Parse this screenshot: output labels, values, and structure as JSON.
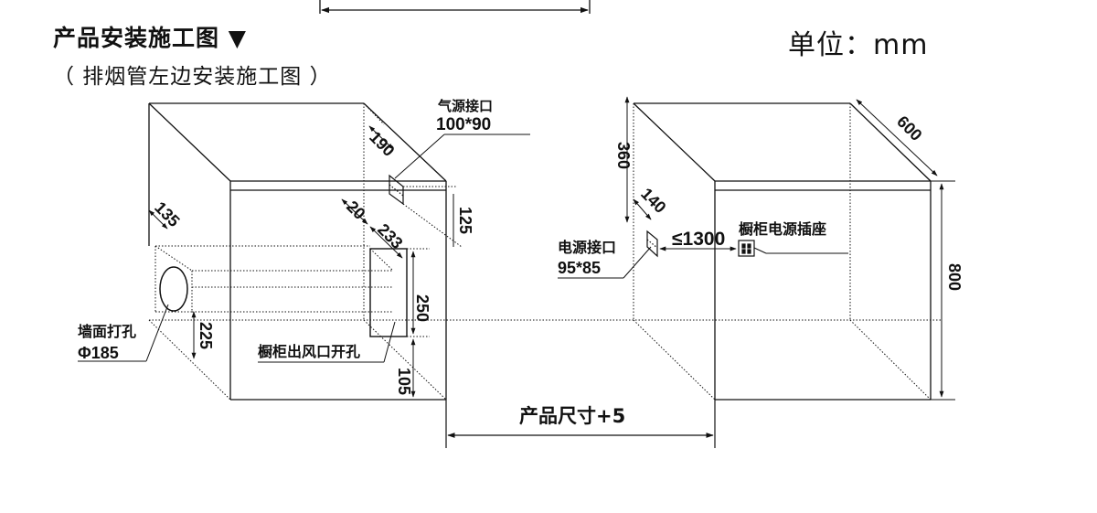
{
  "header": {
    "title": "产品安装施工图 ▼",
    "subtitle": "（ 排烟管左边安装施工图 ）",
    "unit": "单位：mm"
  },
  "left_diagram": {
    "gas_inlet_label": "气源接口",
    "gas_inlet_size": "100*90",
    "dim_190": "190",
    "dim_125": "125",
    "dim_135": "135",
    "dim_20": "20",
    "dim_233": "233",
    "dim_250": "250",
    "dim_225": "225",
    "dim_105": "105",
    "wall_hole_label": "墙面打孔",
    "wall_hole_size": "Φ185",
    "cabinet_vent_label": "橱柜出风口开孔"
  },
  "right_diagram": {
    "dim_360": "360",
    "dim_600": "600",
    "dim_140": "140",
    "dim_1300": "≤1300",
    "power_inlet_label": "电源接口",
    "power_inlet_size": "95*85",
    "cabinet_socket_label": "橱柜电源插座",
    "dim_800": "800"
  },
  "bottom": {
    "product_size_label": "产品尺寸+5"
  }
}
